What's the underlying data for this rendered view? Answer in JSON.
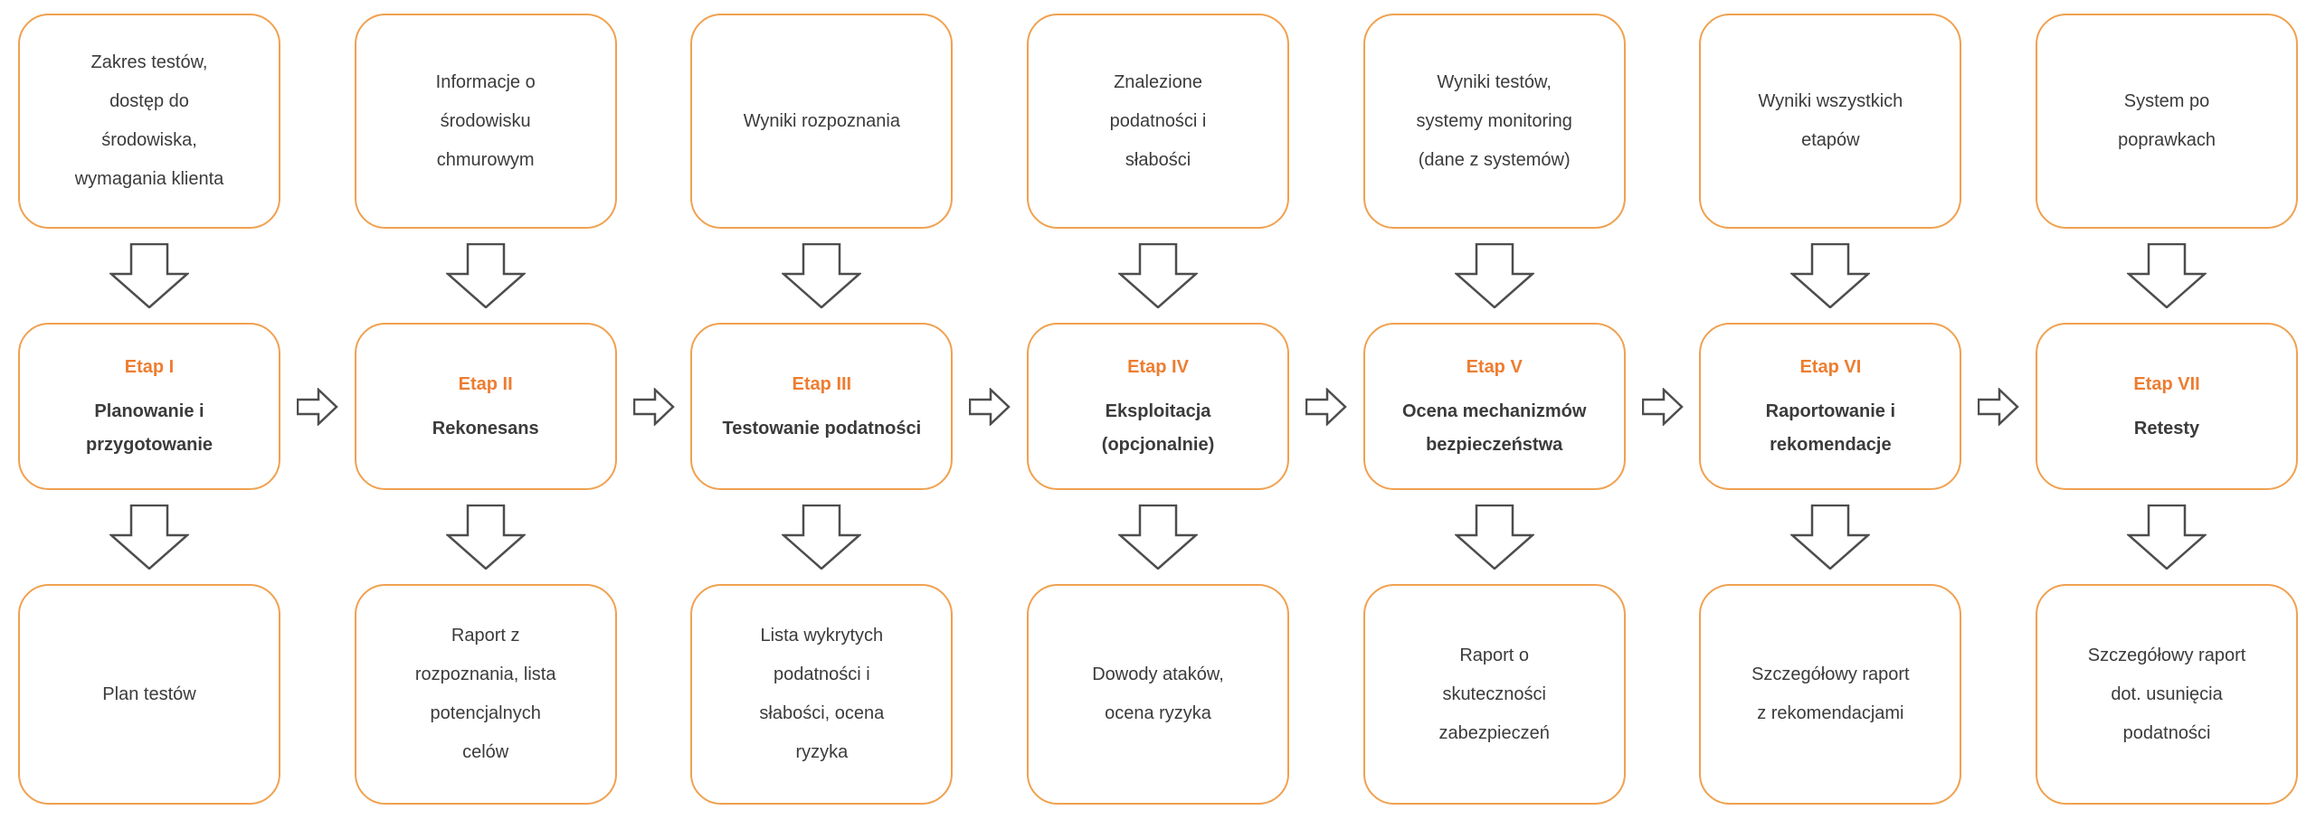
{
  "colors": {
    "box_border": "#F0A150",
    "stage_label_text": "#ED7D31",
    "arrow_outline": "#4D4D4D",
    "body_text": "#3B3B3B",
    "background": "#FFFFFF"
  },
  "stages": [
    {
      "label": "Etap I",
      "title": [
        "Planowanie i",
        "przygotowanie"
      ],
      "input": [
        "Zakres testów,",
        "dostęp do",
        "środowiska,",
        "wymagania klienta"
      ],
      "output": [
        "Plan testów"
      ]
    },
    {
      "label": "Etap II",
      "title": [
        "Rekonesans"
      ],
      "input": [
        "Informacje o",
        "środowisku",
        "chmurowym"
      ],
      "output": [
        "Raport z",
        "rozpoznania, lista",
        "potencjalnych",
        "celów"
      ]
    },
    {
      "label": "Etap III",
      "title": [
        "Testowanie podatności"
      ],
      "input": [
        "Wyniki rozpoznania"
      ],
      "output": [
        "Lista wykrytych",
        "podatności i",
        "słabości, ocena",
        "ryzyka"
      ]
    },
    {
      "label": "Etap IV",
      "title": [
        "Eksploitacja",
        "(opcjonalnie)"
      ],
      "input": [
        "Znalezione",
        "podatności i",
        "słabości"
      ],
      "output": [
        "Dowody ataków,",
        "ocena ryzyka"
      ]
    },
    {
      "label": "Etap V",
      "title": [
        "Ocena mechanizmów",
        "bezpieczeństwa"
      ],
      "input": [
        "Wyniki testów,",
        "systemy monitoring",
        "(dane z systemów)"
      ],
      "output": [
        "Raport o",
        "skuteczności",
        "zabezpieczeń"
      ]
    },
    {
      "label": "Etap VI",
      "title": [
        "Raportowanie i",
        "rekomendacje"
      ],
      "input": [
        "Wyniki wszystkich",
        "etapów"
      ],
      "output": [
        "Szczegółowy raport",
        "z rekomendacjami"
      ]
    },
    {
      "label": "Etap VII",
      "title": [
        "Retesty"
      ],
      "input": [
        "System po",
        "poprawkach"
      ],
      "output": [
        "Szczegółowy raport",
        "dot. usunięcia",
        "podatności"
      ]
    }
  ]
}
